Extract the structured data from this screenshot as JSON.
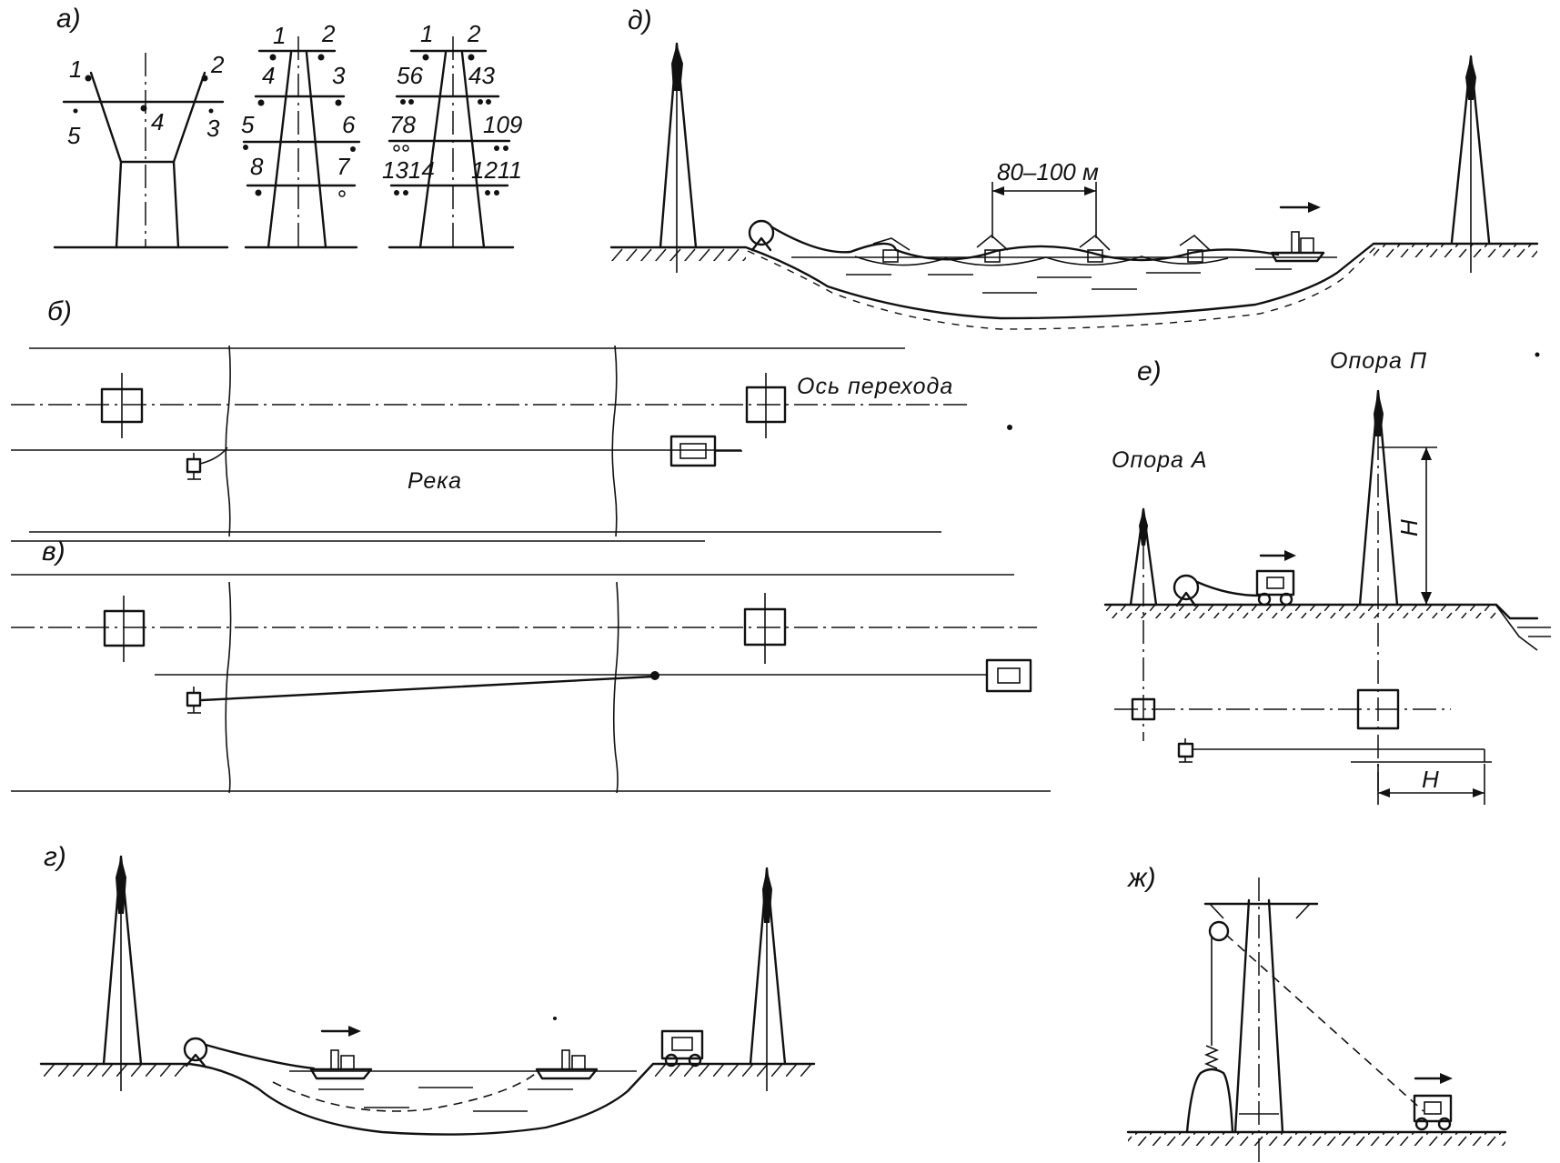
{
  "panels": {
    "a": "а)",
    "b": "б)",
    "v": "в)",
    "g": "г)",
    "d": "д)",
    "e": "е)",
    "zh": "ж)"
  },
  "tower1_labels": [
    "1",
    "2",
    "3",
    "4",
    "5"
  ],
  "tower2_labels": [
    "1",
    "2",
    "3",
    "4",
    "5",
    "6",
    "7",
    "8"
  ],
  "tower3_labels": [
    "1",
    "2",
    "56",
    "43",
    "78",
    "109",
    "1314",
    "1211"
  ],
  "axis_label": "Ось перехода",
  "river_label": "Река",
  "span_label": "80–100 м",
  "support_a": "Опора А",
  "support_p": "Опора П",
  "height_label": "H",
  "height_label_plan": "H"
}
